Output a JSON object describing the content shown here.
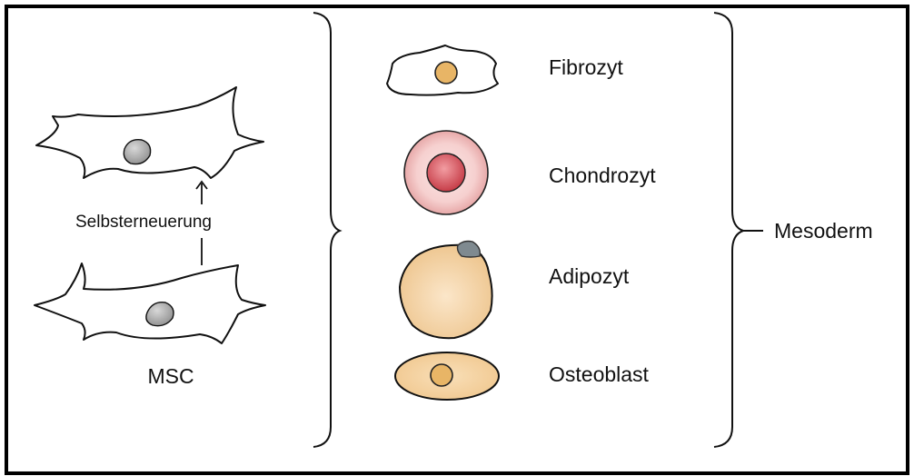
{
  "left": {
    "renewal_label": "Selbsterneuerung",
    "msc_label": "MSC"
  },
  "cells": [
    {
      "label": "Fibrozyt",
      "icon": "fibrocyte-icon"
    },
    {
      "label": "Chondrozyt",
      "icon": "chondrocyte-icon"
    },
    {
      "label": "Adipozyt",
      "icon": "adipocyte-icon"
    },
    {
      "label": "Osteoblast",
      "icon": "osteoblast-icon"
    }
  ],
  "group_label": "Mesoderm",
  "colors": {
    "frame": "#000000",
    "cell_fill": "#f3d6a8",
    "nucleus": "#e9b96a",
    "chondro_outer": "#f6cccc",
    "chondro_inner": "#cc4d55",
    "msc_nucleus": "#a8a8a8"
  }
}
